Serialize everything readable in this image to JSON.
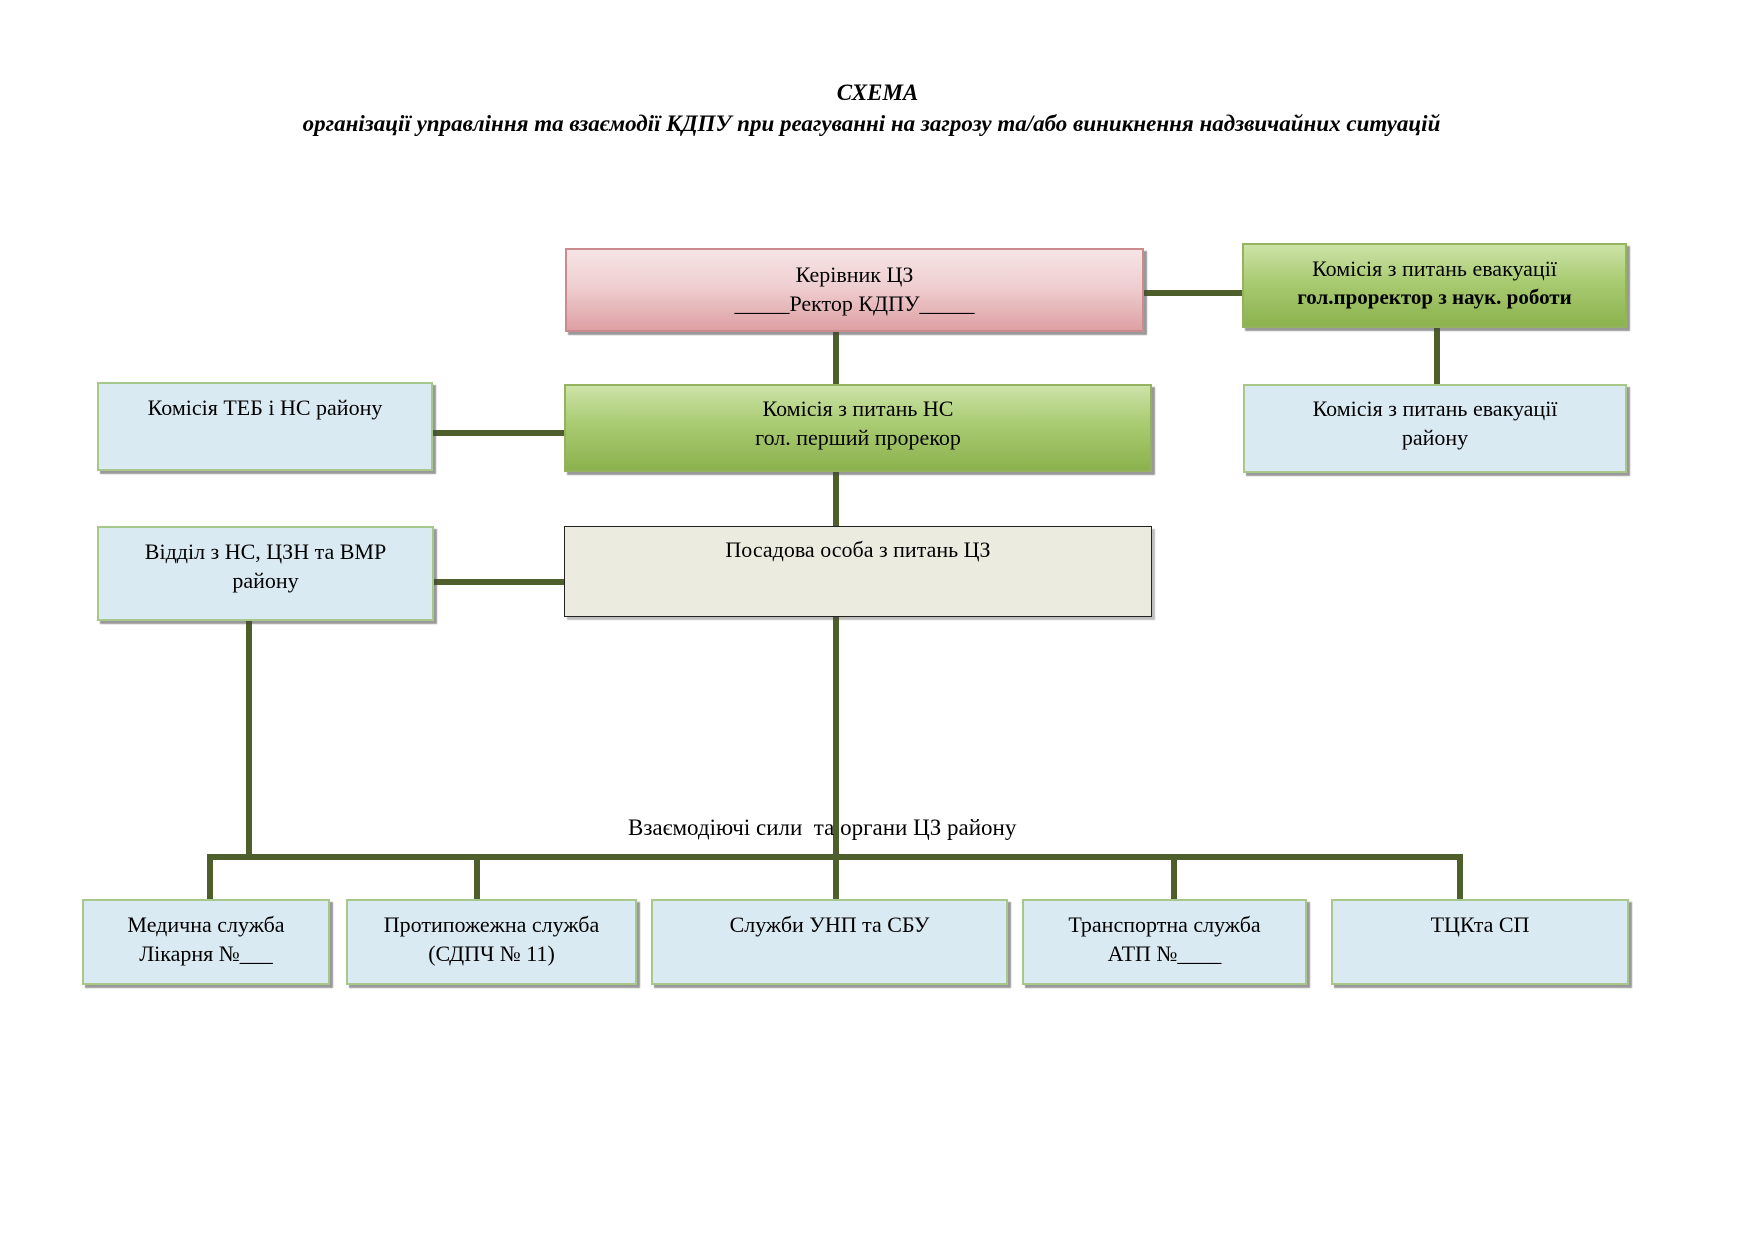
{
  "title": {
    "main": "СХЕМА",
    "subtitle": "організації управління та взаємодії  КДПУ при реагуванні на  загрозу та/або виникнення надзвичайних ситуацій"
  },
  "boxes": {
    "head": {
      "line1": "Керівник  ЦЗ",
      "line2": "_____Ректор КДПУ_____"
    },
    "evac_commission": {
      "line1": "Комісія з питань евакуації",
      "line2": "гол.проректор з наук. роботи"
    },
    "teb_commission": {
      "line1": "Комісія ТЕБ і НС району"
    },
    "ns_commission": {
      "line1": "Комісія з питань НС",
      "line2": "гол. перший прорекор"
    },
    "evac_district": {
      "line1": "Комісія з питань евакуації",
      "line2": "району"
    },
    "ns_department": {
      "line1": "Відділ з НС, ЦЗН та ВМР",
      "line2": "району"
    },
    "cz_official": {
      "line1": "Посадова особа з питань ЦЗ"
    },
    "medical": {
      "line1": "Медична служба",
      "line2": "Лікарня №___"
    },
    "fire": {
      "line1": "Протипожежна служба",
      "line2": "(СДПЧ № 11)"
    },
    "police": {
      "line1": "Служби УНП та СБУ"
    },
    "transport": {
      "line1": "Транспортна служба",
      "line2": "АТП №____"
    },
    "tck": {
      "line1": "ТЦКта СП"
    }
  },
  "interaction_label": "Взаємодіючі сили  та органи ЦЗ району",
  "colors": {
    "connector": "#4f5f2c",
    "pink_box": "#efcfd1",
    "green_box": "#a9cb72",
    "blue_box": "#daeaf2",
    "beige_box": "#ecebe0"
  }
}
